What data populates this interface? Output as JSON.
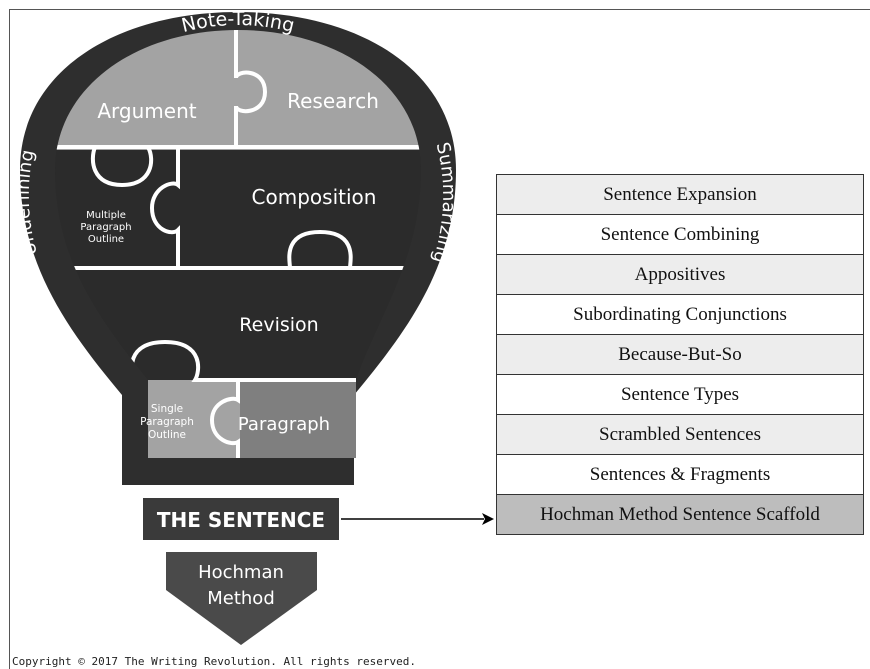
{
  "ring": {
    "top": "Note-Taking",
    "left": "Underlining",
    "right": "Summarizing"
  },
  "pieces": {
    "argument": "Argument",
    "research": "Research",
    "multiple_outline": [
      "Multiple",
      "Paragraph",
      "Outline"
    ],
    "composition": "Composition",
    "revision": "Revision",
    "single_outline": [
      "Single",
      "Paragraph",
      "Outline"
    ],
    "paragraph": "Paragraph"
  },
  "base": {
    "sentence": "THE SENTENCE",
    "method": [
      "Hochman",
      "Method"
    ]
  },
  "sentence_strategies": [
    "Sentence Expansion",
    "Sentence Combining",
    "Appositives",
    "Subordinating Conjunctions",
    "Because-But-So",
    "Sentence Types",
    "Scrambled Sentences",
    "Sentences & Fragments",
    "Hochman Method Sentence Scaffold"
  ],
  "colors": {
    "outer": "#2e2e2e",
    "light_piece": "#a3a3a3",
    "dark_piece": "#2b2b2b",
    "row_alt": "#ededed",
    "row_last": "#bdbdbd"
  },
  "copyright": "Copyright © 2017 The Writing Revolution. All rights reserved."
}
